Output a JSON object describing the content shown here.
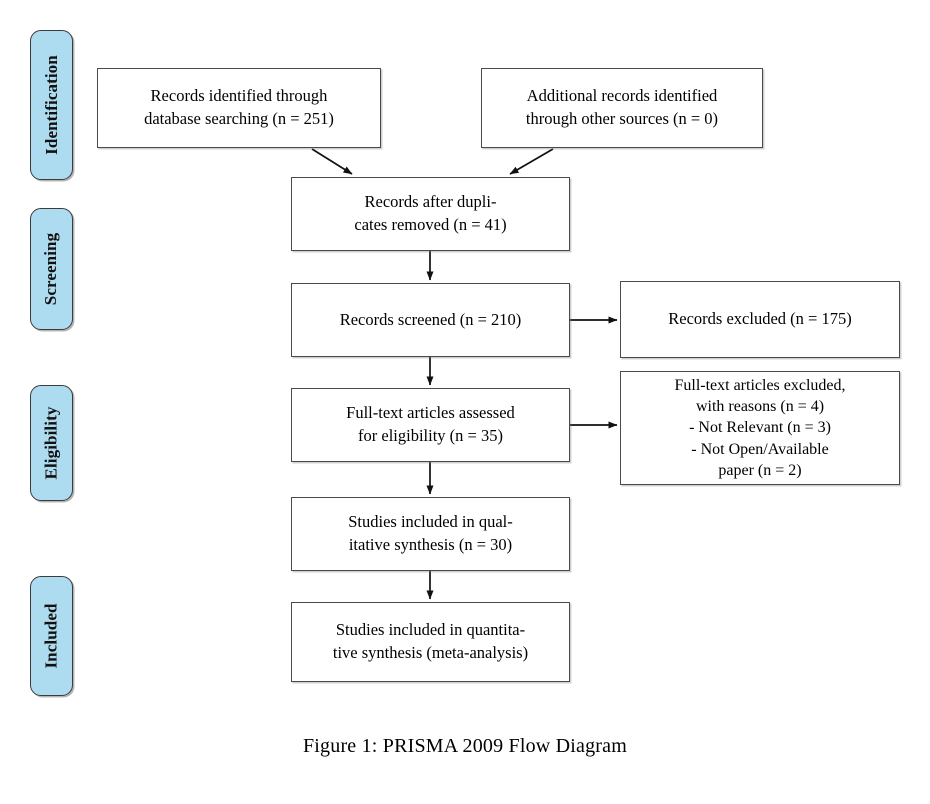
{
  "figure": {
    "caption": "Figure 1:  PRISMA 2009 Flow Diagram",
    "accent_color": "#ADDCF0",
    "border_color": "#4a4a4a",
    "background_color": "#ffffff"
  },
  "phases": [
    {
      "id": "identification",
      "label": "Identification"
    },
    {
      "id": "screening",
      "label": "Screening"
    },
    {
      "id": "eligibility",
      "label": "Eligibility"
    },
    {
      "id": "included",
      "label": "Included"
    }
  ],
  "boxes": [
    {
      "id": "records-identified-database",
      "text": "Records identified through\ndatabase searching (n = 251)",
      "n": 251
    },
    {
      "id": "additional-records-other-sources",
      "text": "Additional records identified\nthrough other sources (n = 0)",
      "n": 0
    },
    {
      "id": "records-after-duplicates-removed",
      "text": "Records after dupli-\ncates removed (n = 41)",
      "n": 41
    },
    {
      "id": "records-screened",
      "text": "Records screened (n = 210)",
      "n": 210
    },
    {
      "id": "records-excluded",
      "text": "Records excluded (n = 175)",
      "n": 175
    },
    {
      "id": "full-text-assessed",
      "text": "Full-text articles assessed\nfor eligibility (n = 35)",
      "n": 35
    },
    {
      "id": "full-text-excluded",
      "text": "Full-text articles excluded,\nwith reasons (n = 4)\n- Not Relevant (n = 3)\n- Not Open/Available\npaper (n = 2)",
      "n": 4
    },
    {
      "id": "studies-qualitative",
      "text": "Studies included in qual-\nitative synthesis (n = 30)",
      "n": 30
    },
    {
      "id": "studies-quantitative",
      "text": "Studies included in quantita-\ntive synthesis (meta-analysis)",
      "n": null
    }
  ]
}
